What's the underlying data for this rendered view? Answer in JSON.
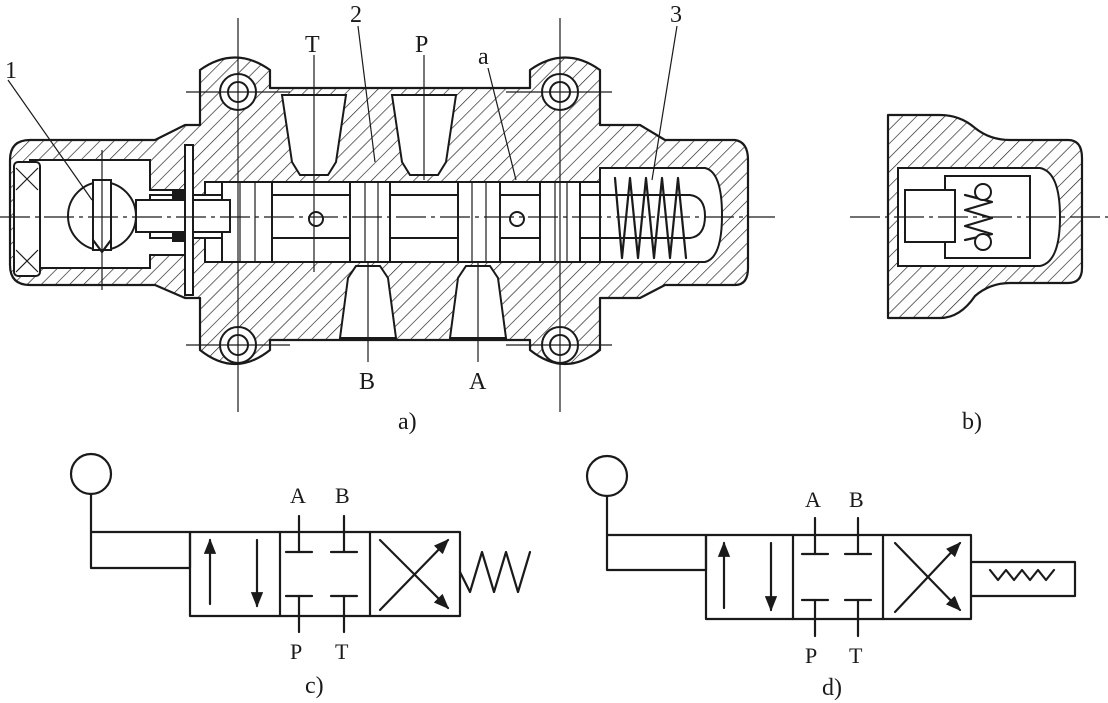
{
  "figure_a": {
    "caption": "a)",
    "callouts": {
      "item1": "1",
      "item2": "2",
      "item3": "3",
      "port_a_small": "a"
    },
    "ports": {
      "T": "T",
      "P": "P",
      "B": "B",
      "A": "A"
    }
  },
  "figure_b": {
    "caption": "b)"
  },
  "figure_c": {
    "caption": "c)",
    "ports": {
      "A": "A",
      "B": "B",
      "P": "P",
      "T": "T"
    }
  },
  "figure_d": {
    "caption": "d)",
    "ports": {
      "A": "A",
      "B": "B",
      "P": "P",
      "T": "T"
    }
  }
}
